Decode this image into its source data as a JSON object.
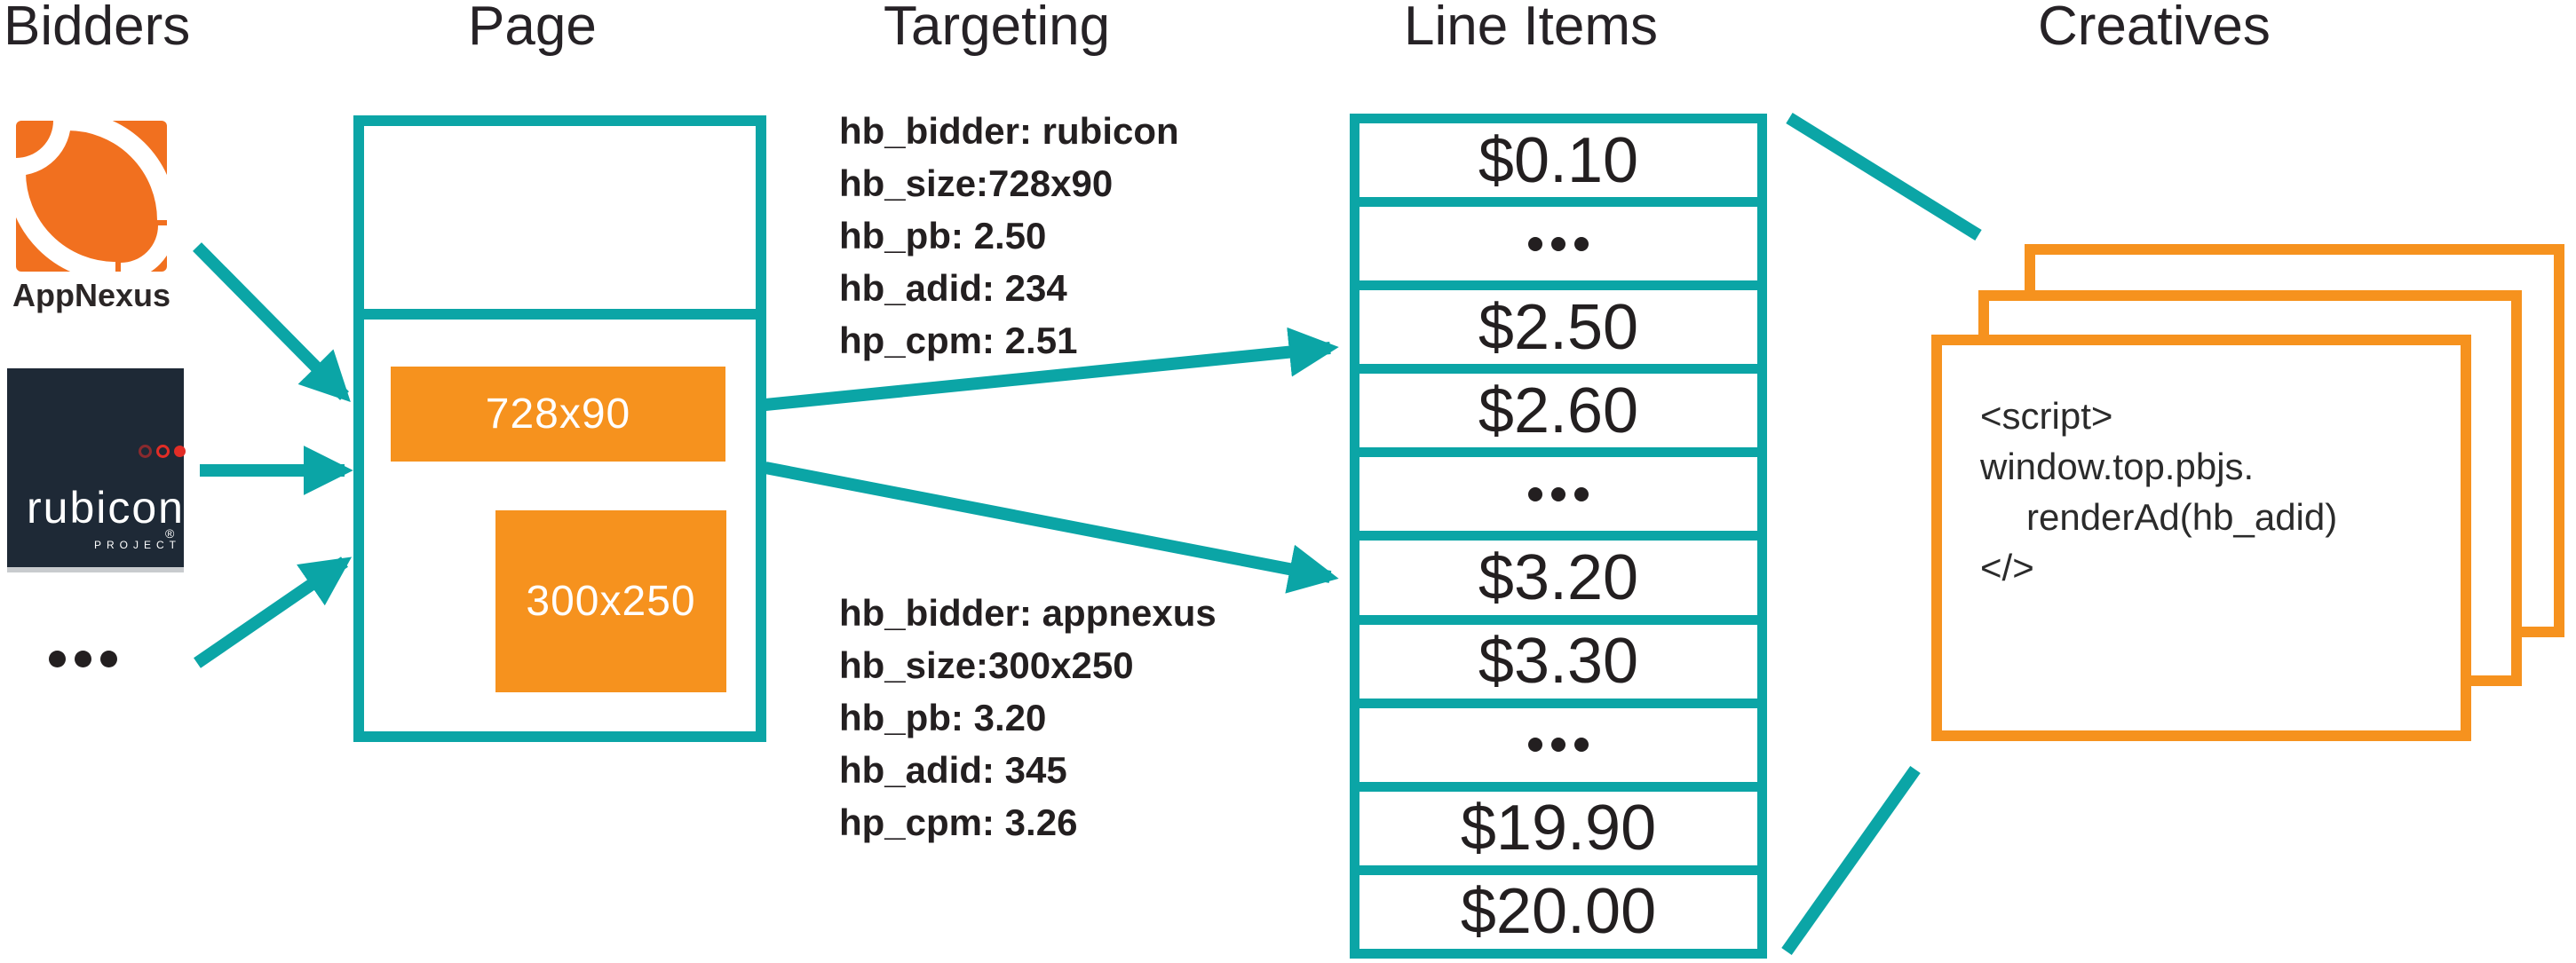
{
  "columns": {
    "bidders": "Bidders",
    "page": "Page",
    "targeting": "Targeting",
    "line_items": "Line Items",
    "creatives": "Creatives"
  },
  "bidders": {
    "appnexus_label": "AppNexus",
    "rubicon_label": "rubicon",
    "rubicon_sub": "PROJECT",
    "rubicon_reg": "®",
    "ellipsis": "•••"
  },
  "page": {
    "slots": [
      {
        "label": "728x90"
      },
      {
        "label": "300x250"
      }
    ]
  },
  "targeting": {
    "block1": {
      "lines": [
        "hb_bidder: rubicon",
        "hb_size:728x90",
        "hb_pb: 2.50",
        "hb_adid: 234",
        "hp_cpm: 2.51"
      ]
    },
    "block2": {
      "lines": [
        "hb_bidder: appnexus",
        "hb_size:300x250",
        "hb_pb: 3.20",
        "hb_adid: 345",
        "hp_cpm: 3.26"
      ]
    }
  },
  "line_items": {
    "rows": [
      "$0.10",
      "•••",
      "$2.50",
      "$2.60",
      "•••",
      "$3.20",
      "$3.30",
      "•••",
      "$19.90",
      "$20.00"
    ]
  },
  "creatives": {
    "script_lines": [
      "<script>",
      "window.top.pbjs.",
      "renderAd(hb_adid)",
      "</>"
    ]
  },
  "colors": {
    "teal": "#0ba5a6",
    "orange": "#f6921e",
    "appnexus_orange": "#f1701f",
    "dark": "#231f20",
    "rubicon_bg": "#1e2936",
    "rubicon_red": "#e22d26"
  }
}
